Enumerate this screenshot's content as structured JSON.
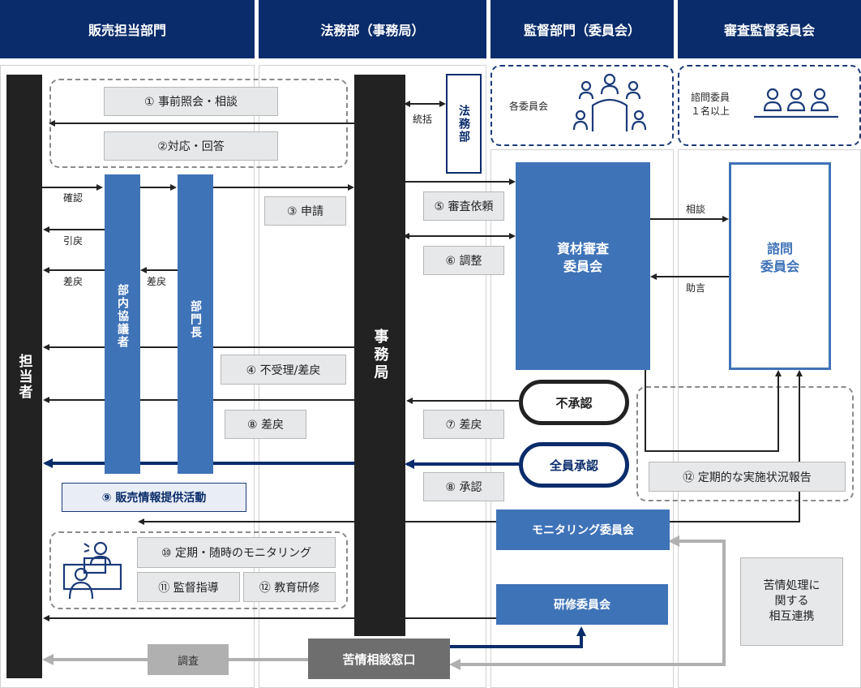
{
  "headers": {
    "sales": "販売担当部門",
    "legal": "法務部（事務局）",
    "supervision": "監督部門（委員会）",
    "review": "審査監督委員会"
  },
  "bars": {
    "tantou": "担当者",
    "kyougisha": "部内協議者",
    "buchou": "部門長",
    "jimukyoku": "事務局",
    "houmubu": "法務部"
  },
  "steps": {
    "s1": "① 事前照会・相談",
    "s2": "②対応・回答",
    "s3": "③ 申請",
    "s4": "④ 不受理/差戻",
    "s5": "⑤ 審査依頼",
    "s6": "⑥ 調整",
    "s7": "⑦ 差戻",
    "s8a": "⑧ 差戻",
    "s8b": "⑧ 承認",
    "s9": "⑨ 販売情報提供活動",
    "s10": "⑩ 定期・随時のモニタリング",
    "s11": "⑪ 監督指導",
    "s12a": "⑫ 教育研修",
    "s12b": "⑫ 定期的な実施状況報告"
  },
  "arrow_labels": {
    "kakunin": "確認",
    "hikimodoshi": "引戻",
    "sashimodoshi1": "差戻",
    "sashimodoshi2": "差戻",
    "toukatsu": "統括",
    "soudan": "相談",
    "jogen": "助言",
    "chousa": "調査"
  },
  "committees": {
    "kakuiinkai": "各委員会",
    "shimon_member": "諮問委員\n１名以上",
    "shizai": "資材審査\n委員会",
    "shimon": "諮問\n委員会",
    "monitoring": "モニタリング委員会",
    "kenshu": "研修委員会",
    "kujou_renkei": "苦情処理に\n関する\n相互連携",
    "kujou_madoguchi": "苦情相談窓口"
  },
  "decisions": {
    "fushounin": "不承認",
    "zenin_shounin": "全員承認"
  },
  "colors": {
    "header": "#0a2c6b",
    "bar": "#222222",
    "accent_blue": "#3f73b8",
    "navy": "#0a2c6b",
    "gray_arrow": "#b0b0b0"
  }
}
